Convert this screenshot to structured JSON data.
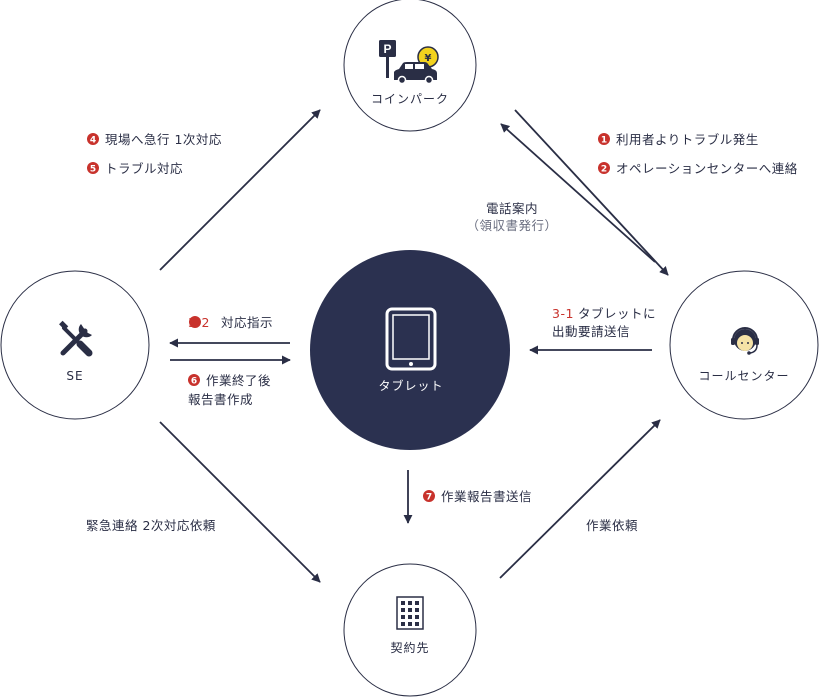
{
  "nodes": {
    "coinpark": {
      "label": "コインパーク"
    },
    "se": {
      "label": "SE"
    },
    "tablet": {
      "label": "タブレット"
    },
    "callcenter": {
      "label": "コールセンター"
    },
    "contractor": {
      "label": "契約先"
    }
  },
  "edges": {
    "se_to_coinpark": {
      "items": [
        {
          "badge": "4",
          "text": "現場へ急行 1次対応"
        },
        {
          "badge": "5",
          "text": "トラブル対応"
        }
      ]
    },
    "coinpark_to_callcenter": {
      "items": [
        {
          "badge": "1",
          "text": "利用者よりトラブル発生"
        },
        {
          "badge": "2",
          "text": "オペレーションセンターへ連絡"
        }
      ]
    },
    "phone_guide": {
      "line1": "電話案内",
      "line2": "（領収書発行）"
    },
    "tablet_to_se": {
      "num": "3-2",
      "text": "対応指示"
    },
    "se_to_tablet": {
      "badge": "6",
      "line1": "作業終了後",
      "line2": "報告書作成"
    },
    "callcenter_to_tablet": {
      "num": "3-1",
      "line1": "タブレットに",
      "line2": "出動要請送信"
    },
    "tablet_to_contractor": {
      "badge": "7",
      "text": "作業報告書送信"
    },
    "se_to_contractor": {
      "text": "緊急連絡 2次対応依頼"
    },
    "contractor_to_callcenter": {
      "text": "作業依頼"
    }
  },
  "colors": {
    "navy": "#2a2e45",
    "tablet_fill": "#2b3150",
    "badge_red": "#c8322c",
    "coin_yellow": "#f2d21e",
    "face": "#f5e2a6",
    "outline": "#2a2e45"
  },
  "icons": {
    "coinpark": [
      "parking-sign-icon",
      "yen-coin-icon",
      "car-icon"
    ],
    "se": "tools-icon",
    "tablet": "tablet-icon",
    "callcenter": "operator-headset-icon",
    "contractor": "building-icon"
  }
}
